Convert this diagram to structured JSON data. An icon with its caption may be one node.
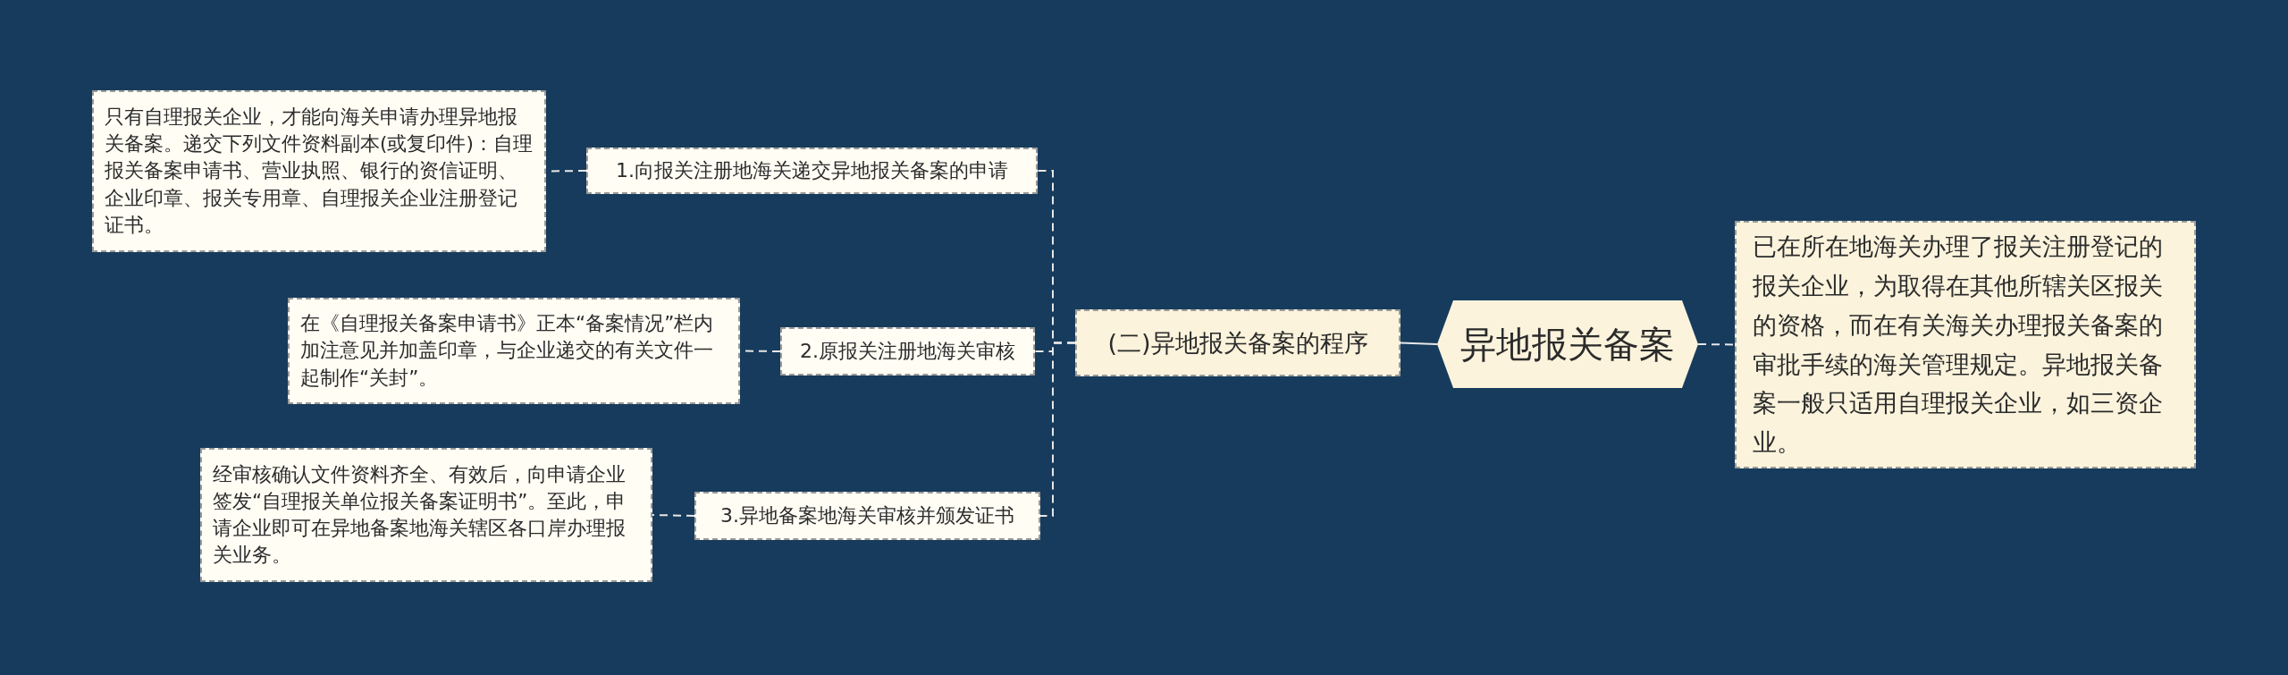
{
  "diagram": {
    "nodes": [
      {
        "text": [
          "异地报关备案"
        ]
      },
      {
        "text": [
          "已在所在地海关办理了报关注册登记的报关企业，为取得在其他所辖关区报关的资格，而在有关海关办理报关备案的审批手续的海关管理规定。异地报关备案一般只适用自理报关企业，如三资企业。"
        ]
      },
      {
        "text": [
          "(二)异地报关备案的程序"
        ]
      },
      {
        "text": [
          "1.向报关注册地海关递交异地报关备案的申请"
        ]
      },
      {
        "text": [
          "只有自理报关企业，才能向海关申请办理异地报关备案。递交下列文件资料副本(或复印件)：自理报关备案申请书、营业执照、银行的资信证明、企业印章、报关专用章、自理报关企业注册登记证书。"
        ]
      },
      {
        "text": [
          "2.原报关注册地海关审核"
        ]
      },
      {
        "text": [
          "在《自理报关备案申请书》正本“备案情况”栏内加注意见并加盖印章，与企业递交的有关文件一起制作“关封”。"
        ]
      },
      {
        "text": [
          "3.异地备案地海关审核并颁发证书"
        ]
      },
      {
        "text": [
          "经审核确认文件资料齐全、有效后，向申请企业签发“自理报关单位报关备案证明书”。至此，申请企业即可在异地备案地海关辖区各口岸办理报关业务。"
        ]
      }
    ],
    "edges": [
      {
        "from": 0,
        "to": 1,
        "arrow": "none",
        "style": "dashed"
      },
      {
        "from": 0,
        "to": 2,
        "arrow": "none"
      },
      {
        "from": 2,
        "to": 3,
        "arrow": "none",
        "style": "dashed"
      },
      {
        "from": 2,
        "to": 5,
        "arrow": "none",
        "style": "dashed"
      },
      {
        "from": 2,
        "to": 7,
        "arrow": "none",
        "style": "dashed"
      },
      {
        "from": 3,
        "to": 4,
        "arrow": "none",
        "style": "dashed"
      },
      {
        "from": 5,
        "to": 6,
        "arrow": "none",
        "style": "dashed"
      },
      {
        "from": 7,
        "to": 8,
        "arrow": "none",
        "style": "dashed"
      }
    ]
  }
}
